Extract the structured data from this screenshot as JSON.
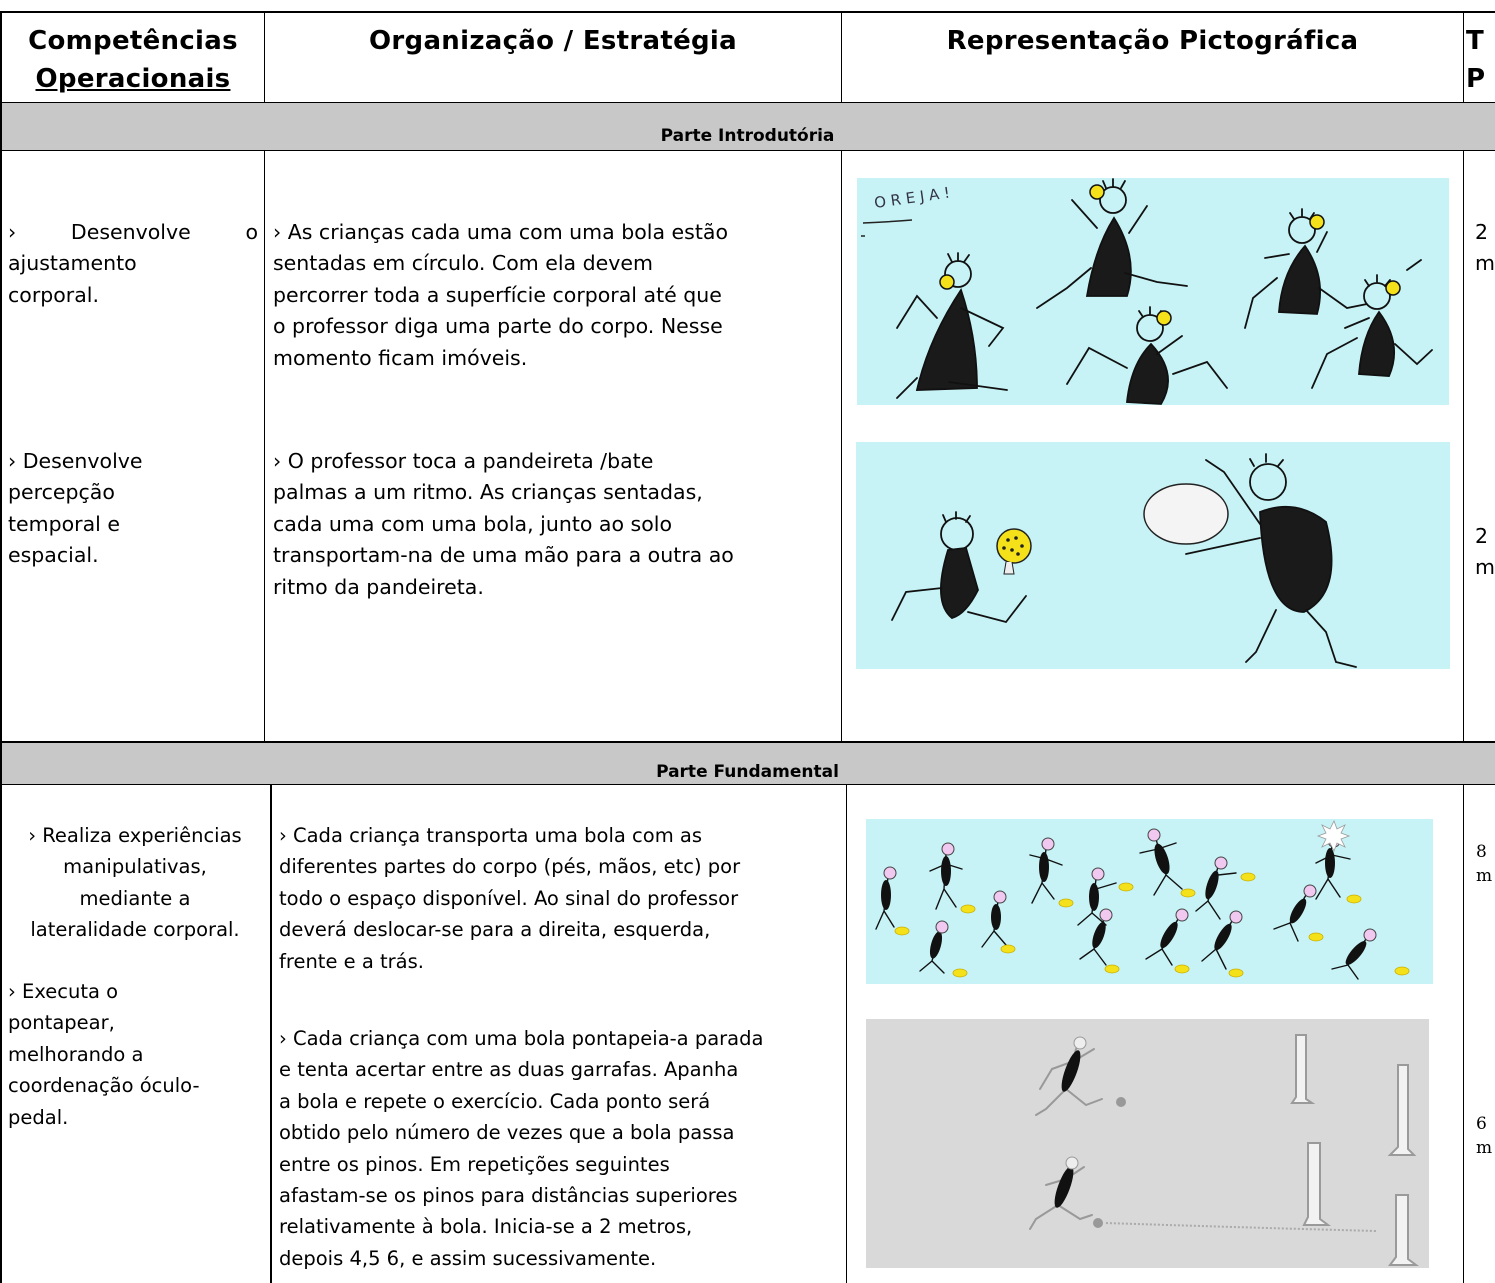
{
  "headers": {
    "col1_line1": "Competências",
    "col1_line2": "Operacionais",
    "col2": "Organização / Estratégia",
    "col3": "Representação Pictográfica",
    "col4_line1": "T",
    "col4_line2": "P"
  },
  "sections": [
    {
      "title": "Parte Introdutória",
      "rows": [
        {
          "competence": "› Desenvolve o ajustamento corporal.",
          "competence_a": "›",
          "competence_b": "Desenvolve",
          "competence_c": "o",
          "competence_d": "ajustamento",
          "competence_e": "corporal.",
          "strategy_lines": [
            "› As crianças cada uma com uma bola estão",
            "sentadas em círculo. Com ela devem",
            "percorrer toda a superfície corporal até que",
            "o professor diga uma parte do corpo. Nesse",
            "momento ficam imóveis."
          ],
          "picture_text": "O R E J A !",
          "time_a": "2",
          "time_b": "m"
        },
        {
          "competence_lines": [
            "› Desenvolve",
            "percepção",
            "temporal e",
            "espacial."
          ],
          "strategy_lines": [
            "› O professor toca a pandeireta /bate",
            "palmas a um ritmo. As crianças sentadas,",
            "cada uma com uma bola, junto ao solo",
            "transportam-na de uma mão para a outra ao",
            "ritmo da pandeireta."
          ],
          "time_a": "2",
          "time_b": "m"
        }
      ]
    },
    {
      "title": "Parte Fundamental",
      "rows": [
        {
          "competence_lines": [
            "› Realiza experiências",
            "manipulativas,",
            "mediante a",
            "lateralidade corporal."
          ],
          "strategy_lines": [
            "› Cada criança transporta uma bola com as",
            "diferentes partes do corpo (pés, mãos, etc) por",
            "todo o espaço disponível. Ao sinal do professor",
            "deverá deslocar-se para a direita, esquerda,",
            "frente e a trás."
          ],
          "time_a": "8",
          "time_b": "m"
        },
        {
          "competence_lines": [
            "› Executa o",
            "pontapear,",
            "melhorando a",
            "coordenação óculo-",
            "pedal."
          ],
          "strategy_lines": [
            "› Cada criança com uma bola pontapeia-a parada",
            "e tenta acertar entre as duas garrafas. Apanha",
            "a bola e repete  o exercício. Cada ponto será",
            "obtido pelo número de vezes que a bola passa",
            "entre os pinos. Em repetições seguintes",
            "afastam-se os pinos para distâncias superiores",
            "relativamente à bola. Inicia-se a 2 metros,",
            "depois 4,5 6, e assim sucessivamente."
          ],
          "time_a": "6",
          "time_b": "m"
        }
      ]
    }
  ]
}
